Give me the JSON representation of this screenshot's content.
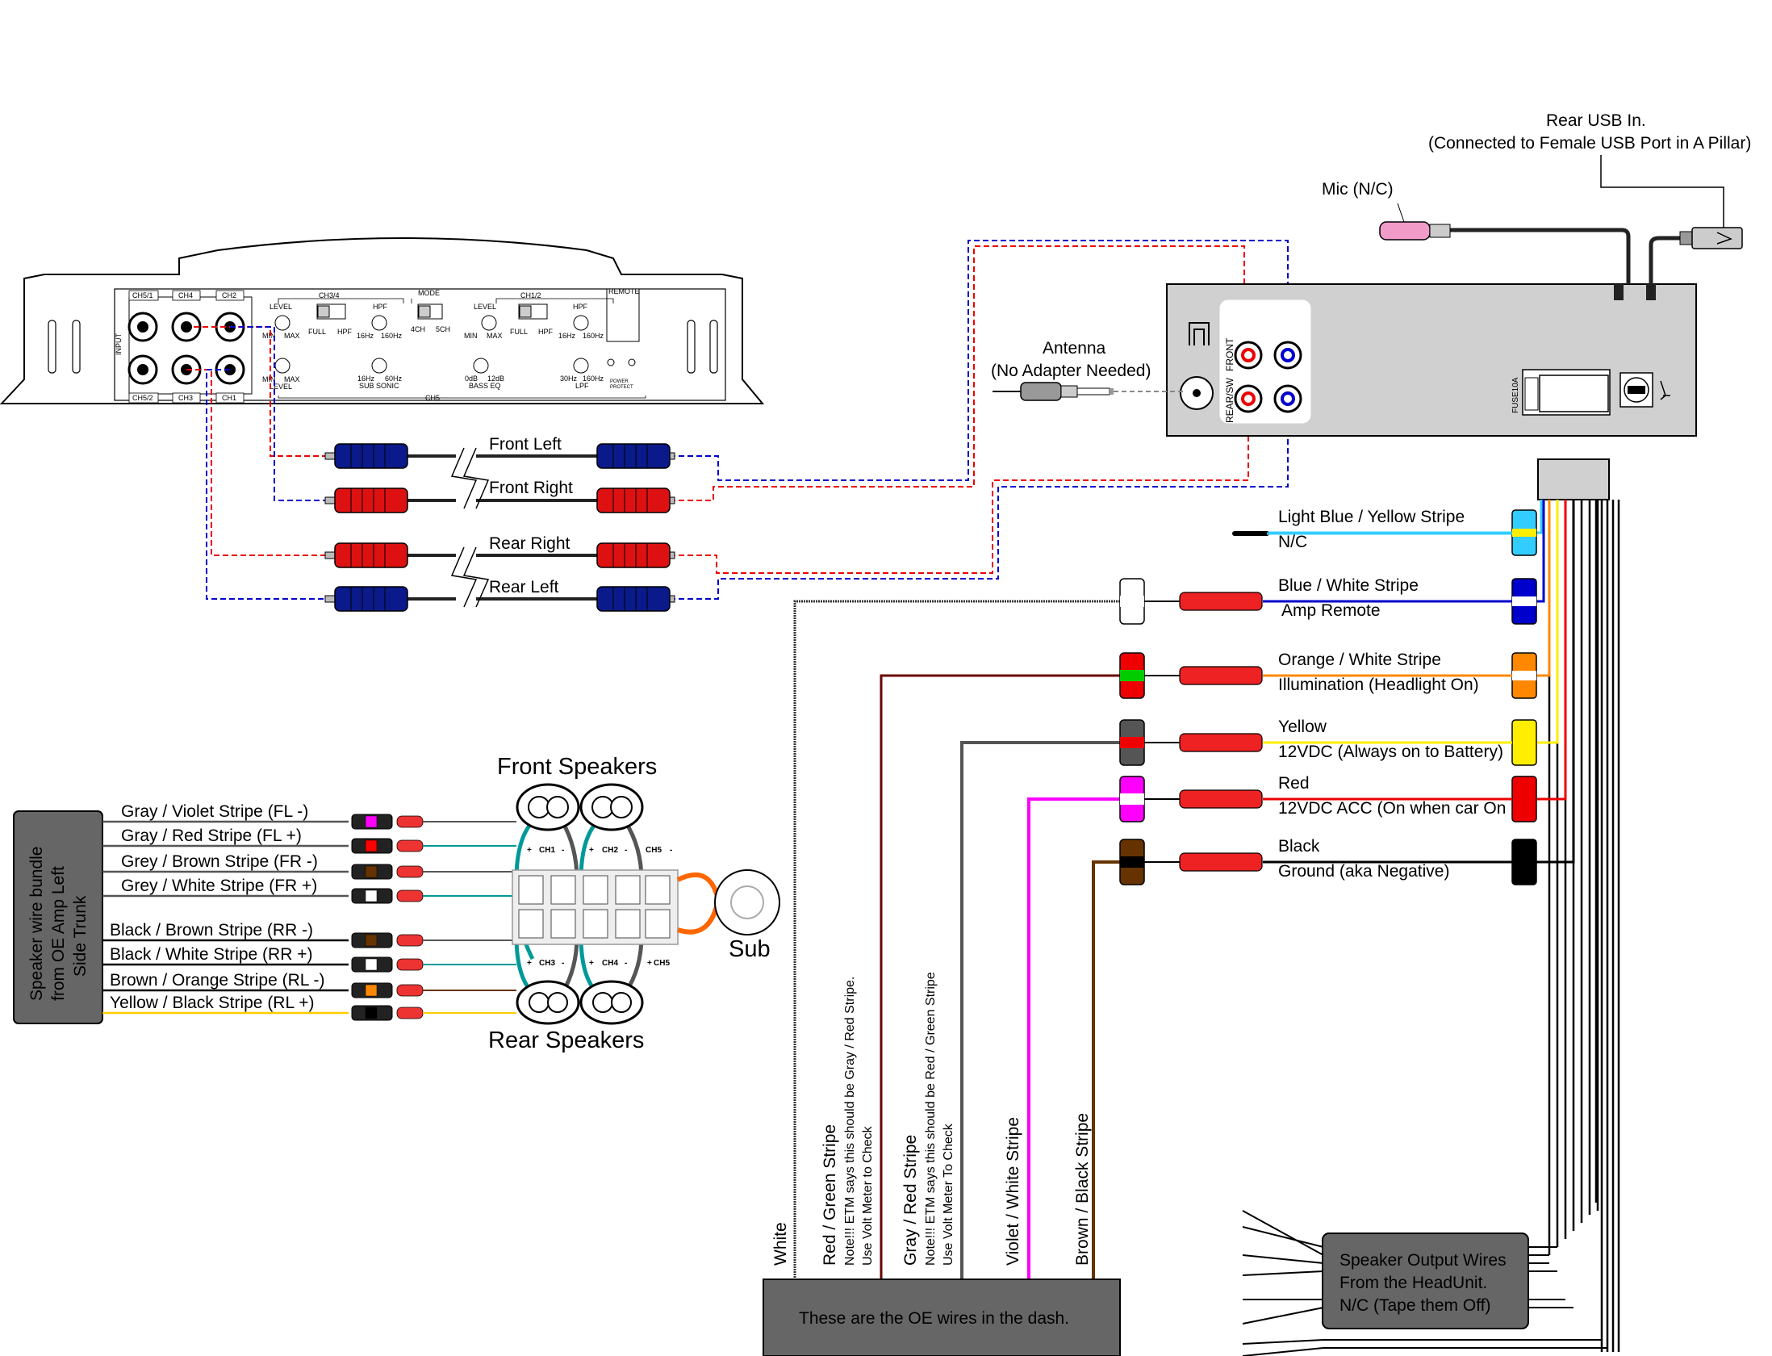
{
  "amplifier": {
    "channels": {
      "ch5_1": "CH5/1",
      "ch4": "CH4",
      "ch2": "CH2",
      "ch5_2": "CH5/2",
      "ch3": "CH3",
      "ch1": "CH1"
    },
    "input_label": "INPUT",
    "level": "LEVEL",
    "min": "MIN",
    "max": "MAX",
    "ch34": "CH3/4",
    "mode": "MODE",
    "ch12": "CH1/2",
    "remote": "REMOTE",
    "full": "FULL",
    "hpf": "HPF",
    "hz16": "16Hz",
    "hz160": "160Hz",
    "ch4_mode": "4CH",
    "ch5_mode": "5CH",
    "sub_sonic": "SUB SONIC",
    "hz60": "60Hz",
    "bass_eq": "BASS EQ",
    "db0": "0dB",
    "db12": "12dB",
    "lpf": "LPF",
    "hz30": "30Hz",
    "power": "POWER",
    "protect": "PROTECT",
    "ch5": "CH5"
  },
  "rca": {
    "front_left": "Front Left",
    "front_right": "Front Right",
    "rear_right": "Rear Right",
    "rear_left": "Rear Left"
  },
  "head_unit": {
    "antenna_line1": "Antenna",
    "antenna_line2": "(No Adapter Needed)",
    "front": "FRONT",
    "rear_sw": "REAR/SW",
    "fuse": "FUSE10A",
    "mic": "Mic (N/C)",
    "usb_line1": "Rear USB In.",
    "usb_line2": "(Connected to Female USB Port in A Pillar)"
  },
  "harness": [
    {
      "name": "Light Blue / Yellow Stripe",
      "desc": "N/C",
      "color": "#33ccff"
    },
    {
      "name": "Blue / White Stripe",
      "desc": "Amp Remote",
      "color": "#0000cc"
    },
    {
      "name": "Orange / White Stripe",
      "desc": "Illumination (Headlight On)",
      "color": "#ff8800"
    },
    {
      "name": "Yellow",
      "desc": "12VDC (Always on to Battery)",
      "color": "#ffee00"
    },
    {
      "name": "Red",
      "desc": "12VDC ACC (On when car On",
      "color": "#ee0000"
    },
    {
      "name": "Black",
      "desc": "Ground (aka Negative)",
      "color": "#000000"
    }
  ],
  "oe_wires": {
    "white": "White",
    "red_green": "Red / Green Stripe",
    "red_green_note1": "Note!!! ETM says this should be  Gray / Red Stripe.",
    "red_green_note2": "Use Volt Meter to Check",
    "gray_red": "Gray / Red Stripe",
    "gray_red_note1": "Note!!! ETM says this should be Red / Green Stripe",
    "gray_red_note2": "Use Volt Meter To Check",
    "violet_white": "Violet / White Stripe",
    "brown_black": "Brown / Black Stripe",
    "box": "These are the OE wires in the dash."
  },
  "speaker_output": {
    "line1": "Speaker Output Wires",
    "line2": "From the HeadUnit.",
    "line3": "N/C (Tape them Off)"
  },
  "speaker_bundle": {
    "box_line1": "Speaker wire bundle",
    "box_line2": "from OE Amp Left",
    "box_line3": "Side Trunk",
    "wires": [
      {
        "label": "Gray / Violet Stripe (FL -)",
        "color": "#ff00ff"
      },
      {
        "label": "Gray / Red Stripe (FL +)",
        "color": "#ff0000"
      },
      {
        "label": "Grey / Brown Stripe (FR -)",
        "color": "#663300"
      },
      {
        "label": "Grey / White Stripe (FR +)",
        "color": "#ffffff"
      },
      {
        "label": "Black / Brown Stripe (RR -)",
        "color": "#663300"
      },
      {
        "label": "Black / White Stripe (RR +)",
        "color": "#ffffff"
      },
      {
        "label": "Brown / Orange Stripe (RL -)",
        "color": "#ff8800"
      },
      {
        "label": "Yellow / Black Stripe (RL +)",
        "color": "#000000"
      }
    ]
  },
  "speakers": {
    "front": "Front Speakers",
    "rear": "Rear Speakers",
    "sub": "Sub",
    "ch1": "CH1",
    "ch2": "CH2",
    "ch3": "CH3",
    "ch4": "CH4",
    "ch5": "CH5",
    "plus": "+",
    "minus": "-"
  }
}
